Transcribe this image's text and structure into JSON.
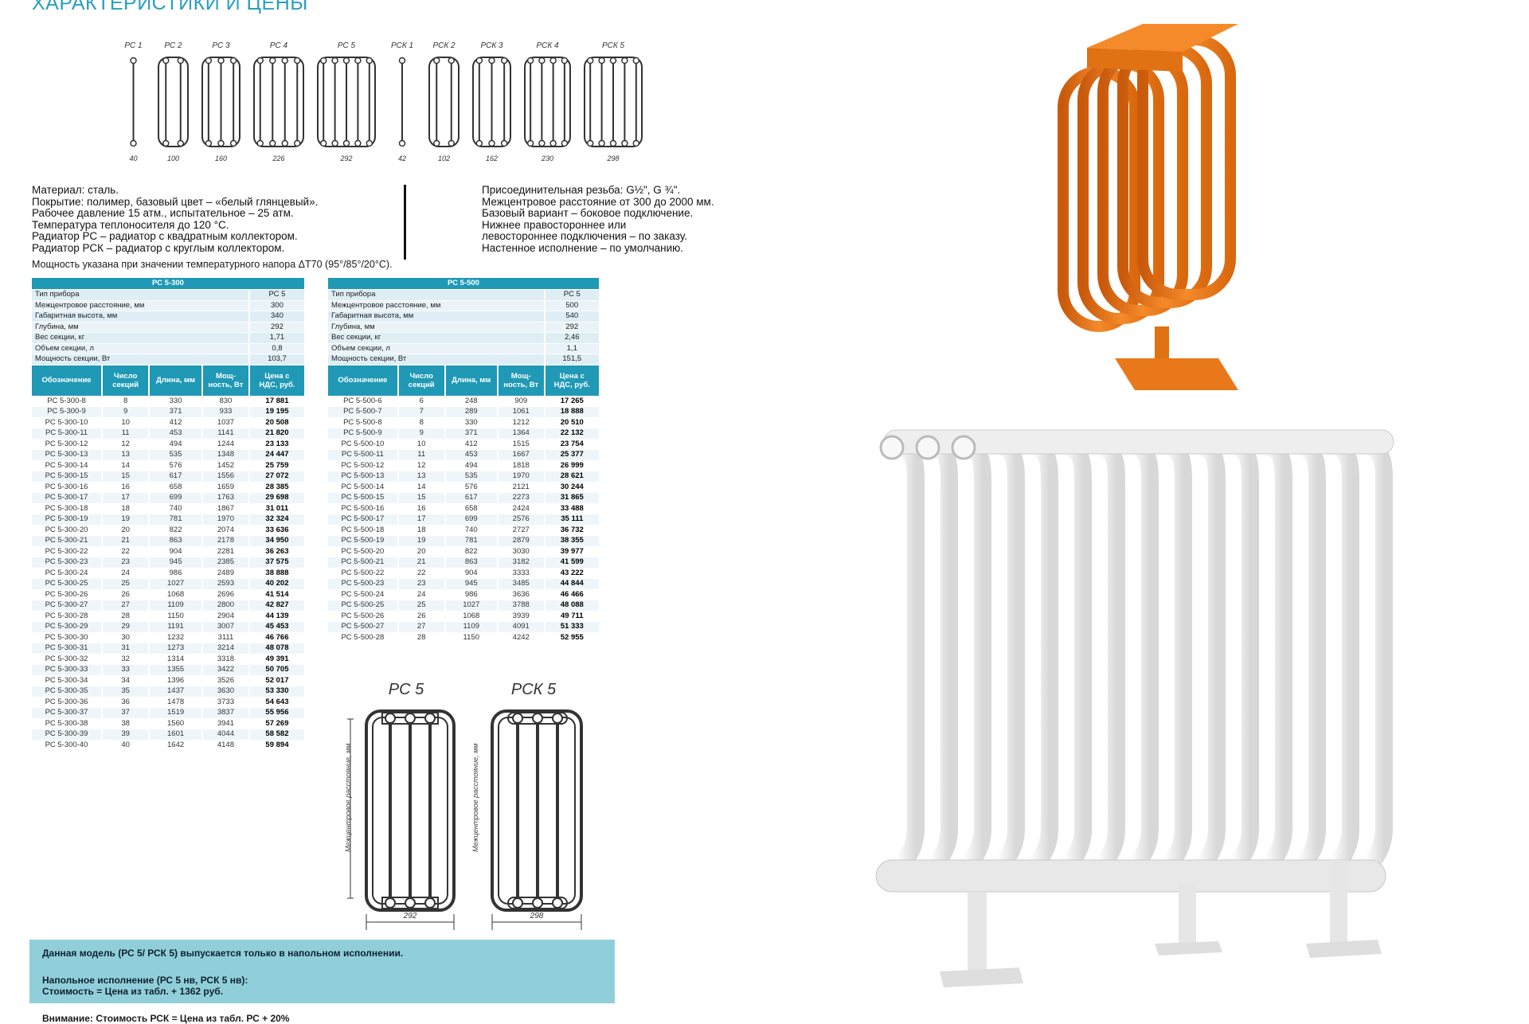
{
  "page": {
    "title": "ХАРАКТЕРИСТИКИ И ЦЕНЫ"
  },
  "schematics": [
    {
      "label": "РС 1",
      "width": "40",
      "tubes": 1,
      "round": false
    },
    {
      "label": "РС 2",
      "width": "100",
      "tubes": 2,
      "round": false
    },
    {
      "label": "РС 3",
      "width": "160",
      "tubes": 3,
      "round": false
    },
    {
      "label": "РС 4",
      "width": "226",
      "tubes": 4,
      "round": false
    },
    {
      "label": "РС 5",
      "width": "292",
      "tubes": 5,
      "round": false
    },
    {
      "label": "РСК 1",
      "width": "42",
      "tubes": 1,
      "round": true
    },
    {
      "label": "РСК 2",
      "width": "102",
      "tubes": 2,
      "round": true
    },
    {
      "label": "РСК 3",
      "width": "162",
      "tubes": 3,
      "round": true
    },
    {
      "label": "РСК 4",
      "width": "230",
      "tubes": 4,
      "round": true
    },
    {
      "label": "РСК 5",
      "width": "298",
      "tubes": 5,
      "round": true
    }
  ],
  "specs": {
    "left": [
      "Материал: сталь.",
      "Покрытие: полимер, базовый цвет – «белый глянцевый».",
      "Рабочее давление 15 атм., испытательное – 25 атм.",
      "Температура теплоносителя до 120 °С.",
      "Радиатор РС – радиатор с квадратным коллектором.",
      "Радиатор РСК – радиатор с круглым коллектором."
    ],
    "right": [
      "Присоединительная резьба:  G½\", G ¾\".",
      "Межцентровое расстояние от 300 до 2000 мм.",
      "Базовый вариант – боковое подключение.",
      "Нижнее правостороннее или",
      "левостороннее подключения – по заказу.",
      "Настенное исполнение – по умолчанию."
    ],
    "power_note": "Мощность указана при значении температурного напора ΔТ70 (95°/85°/20°С)."
  },
  "table_300": {
    "title": "РС 5-300",
    "props": [
      {
        "name": "Тип прибора",
        "value": "РС 5"
      },
      {
        "name": "Межцентровое расстояние, мм",
        "value": "300"
      },
      {
        "name": "Габаритная высота, мм",
        "value": "340"
      },
      {
        "name": "Глубина, мм",
        "value": "292"
      },
      {
        "name": "Вес секции, кг",
        "value": "1,71"
      },
      {
        "name": "Объем секции, л",
        "value": "0,8"
      },
      {
        "name": "Мощность секции, Вт",
        "value": "103,7"
      }
    ],
    "headers": [
      "Обозначение",
      "Число\nсекций",
      "Длина, мм",
      "Мощ-\nность, Вт",
      "Цена с\nНДС, руб."
    ],
    "rows": [
      [
        "РС 5-300-8",
        "8",
        "330",
        "830",
        "17 881"
      ],
      [
        "РС 5-300-9",
        "9",
        "371",
        "933",
        "19 195"
      ],
      [
        "РС 5-300-10",
        "10",
        "412",
        "1037",
        "20 508"
      ],
      [
        "РС 5-300-11",
        "11",
        "453",
        "1141",
        "21 820"
      ],
      [
        "РС 5-300-12",
        "12",
        "494",
        "1244",
        "23 133"
      ],
      [
        "РС 5-300-13",
        "13",
        "535",
        "1348",
        "24 447"
      ],
      [
        "РС 5-300-14",
        "14",
        "576",
        "1452",
        "25 759"
      ],
      [
        "РС 5-300-15",
        "15",
        "617",
        "1556",
        "27 072"
      ],
      [
        "РС 5-300-16",
        "16",
        "658",
        "1659",
        "28 385"
      ],
      [
        "РС 5-300-17",
        "17",
        "699",
        "1763",
        "29 698"
      ],
      [
        "РС 5-300-18",
        "18",
        "740",
        "1867",
        "31 011"
      ],
      [
        "РС 5-300-19",
        "19",
        "781",
        "1970",
        "32 324"
      ],
      [
        "РС 5-300-20",
        "20",
        "822",
        "2074",
        "33 636"
      ],
      [
        "РС 5-300-21",
        "21",
        "863",
        "2178",
        "34 950"
      ],
      [
        "РС 5-300-22",
        "22",
        "904",
        "2281",
        "36 263"
      ],
      [
        "РС 5-300-23",
        "23",
        "945",
        "2385",
        "37 575"
      ],
      [
        "РС 5-300-24",
        "24",
        "986",
        "2489",
        "38 888"
      ],
      [
        "РС 5-300-25",
        "25",
        "1027",
        "2593",
        "40 202"
      ],
      [
        "РС 5-300-26",
        "26",
        "1068",
        "2696",
        "41 514"
      ],
      [
        "РС 5-300-27",
        "27",
        "1109",
        "2800",
        "42 827"
      ],
      [
        "РС 5-300-28",
        "28",
        "1150",
        "2904",
        "44 139"
      ],
      [
        "РС 5-300-29",
        "29",
        "1191",
        "3007",
        "45 453"
      ],
      [
        "РС 5-300-30",
        "30",
        "1232",
        "3111",
        "46 766"
      ],
      [
        "РС 5-300-31",
        "31",
        "1273",
        "3214",
        "48 078"
      ],
      [
        "РС 5-300-32",
        "32",
        "1314",
        "3318",
        "49 391"
      ],
      [
        "РС 5-300-33",
        "33",
        "1355",
        "3422",
        "50 705"
      ],
      [
        "РС 5-300-34",
        "34",
        "1396",
        "3526",
        "52 017"
      ],
      [
        "РС 5-300-35",
        "35",
        "1437",
        "3630",
        "53 330"
      ],
      [
        "РС 5-300-36",
        "36",
        "1478",
        "3733",
        "54 643"
      ],
      [
        "РС 5-300-37",
        "37",
        "1519",
        "3837",
        "55 956"
      ],
      [
        "РС 5-300-38",
        "38",
        "1560",
        "3941",
        "57 269"
      ],
      [
        "РС 5-300-39",
        "39",
        "1601",
        "4044",
        "58 582"
      ],
      [
        "РС 5-300-40",
        "40",
        "1642",
        "4148",
        "59 894"
      ]
    ]
  },
  "table_500": {
    "title": "РС 5-500",
    "props": [
      {
        "name": "Тип прибора",
        "value": "РС 5"
      },
      {
        "name": "Межцентровое расстояние, мм",
        "value": "500"
      },
      {
        "name": "Габаритная высота, мм",
        "value": "540"
      },
      {
        "name": "Глубина, мм",
        "value": "292"
      },
      {
        "name": "Вес секции, кг",
        "value": "2,46"
      },
      {
        "name": "Объем секции, л",
        "value": "1,1"
      },
      {
        "name": "Мощность секции, Вт",
        "value": "151,5"
      }
    ],
    "headers": [
      "Обозначение",
      "Число\nсекций",
      "Длина, мм",
      "Мощ-\nность, Вт",
      "Цена с\nНДС, руб."
    ],
    "rows": [
      [
        "РС 5-500-6",
        "6",
        "248",
        "909",
        "17 265"
      ],
      [
        "РС 5-500-7",
        "7",
        "289",
        "1061",
        "18 888"
      ],
      [
        "РС 5-500-8",
        "8",
        "330",
        "1212",
        "20 510"
      ],
      [
        "РС 5-500-9",
        "9",
        "371",
        "1364",
        "22 132"
      ],
      [
        "РС 5-500-10",
        "10",
        "412",
        "1515",
        "23 754"
      ],
      [
        "РС 5-500-11",
        "11",
        "453",
        "1667",
        "25 377"
      ],
      [
        "РС 5-500-12",
        "12",
        "494",
        "1818",
        "26 999"
      ],
      [
        "РС 5-500-13",
        "13",
        "535",
        "1970",
        "28 621"
      ],
      [
        "РС 5-500-14",
        "14",
        "576",
        "2121",
        "30 244"
      ],
      [
        "РС 5-500-15",
        "15",
        "617",
        "2273",
        "31 865"
      ],
      [
        "РС 5-500-16",
        "16",
        "658",
        "2424",
        "33 488"
      ],
      [
        "РС 5-500-17",
        "17",
        "699",
        "2576",
        "35 111"
      ],
      [
        "РС 5-500-18",
        "18",
        "740",
        "2727",
        "36 732"
      ],
      [
        "РС 5-500-19",
        "19",
        "781",
        "2879",
        "38 355"
      ],
      [
        "РС 5-500-20",
        "20",
        "822",
        "3030",
        "39 977"
      ],
      [
        "РС 5-500-21",
        "21",
        "863",
        "3182",
        "41 599"
      ],
      [
        "РС 5-500-22",
        "22",
        "904",
        "3333",
        "43 222"
      ],
      [
        "РС 5-500-23",
        "23",
        "945",
        "3485",
        "44 844"
      ],
      [
        "РС 5-500-24",
        "24",
        "986",
        "3636",
        "46 466"
      ],
      [
        "РС 5-500-25",
        "25",
        "1027",
        "3788",
        "48 088"
      ],
      [
        "РС 5-500-26",
        "26",
        "1068",
        "3939",
        "49 711"
      ],
      [
        "РС 5-500-27",
        "27",
        "1109",
        "4091",
        "51 333"
      ],
      [
        "РС 5-500-28",
        "28",
        "1150",
        "4242",
        "52 955"
      ]
    ]
  },
  "drawings": {
    "rs5_label": "РС 5",
    "rck5_label": "РСК 5",
    "rs5_width": "292",
    "rck5_width": "298",
    "side_label": "Межцентровое расстояние, мм"
  },
  "notice": {
    "line1": "Данная модель (РС 5/ РСК 5) выпускается только в напольном исполнении.",
    "line2": "Напольное исполнение (РС 5 нв, РСК 5 нв):",
    "line3": "Стоимость = Цена из табл. + 1362 руб.",
    "warning": "Внимание: Стоимость РСК = Цена из табл. РС + 20%"
  },
  "colors": {
    "accent": "#1f99b5",
    "title": "#2b9ec0",
    "info_box": "#90cfd9",
    "orange_radiator": "#f07a1a",
    "white_radiator": "#f2f2f2"
  }
}
